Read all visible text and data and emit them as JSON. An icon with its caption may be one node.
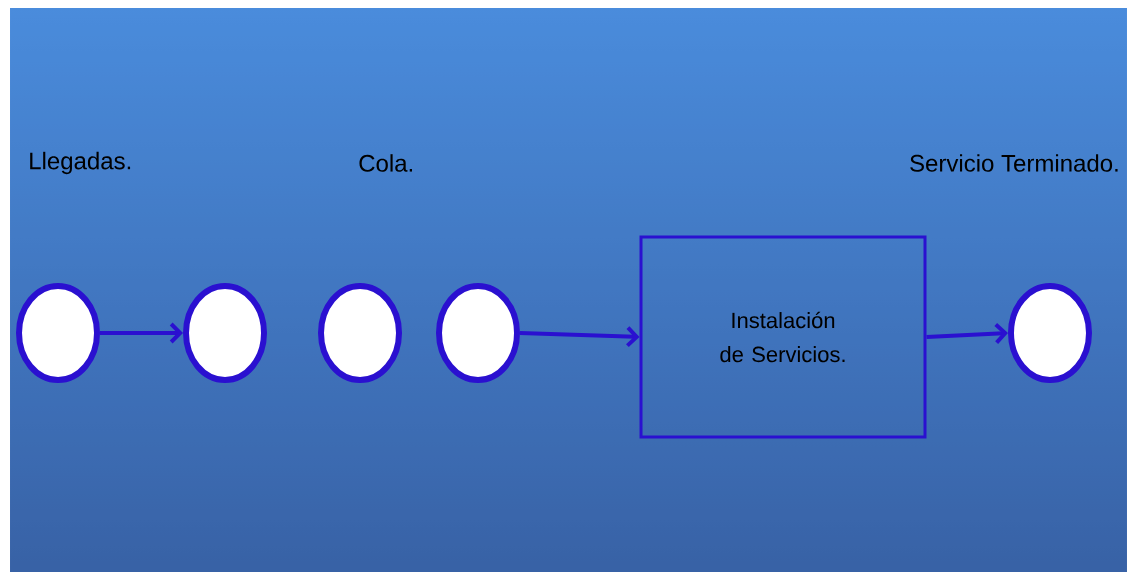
{
  "diagram": {
    "nodes": [
      {
        "text": [],
        "shape": "circle"
      },
      {
        "text": [],
        "shape": "circle"
      },
      {
        "text": [],
        "shape": "circle"
      },
      {
        "text": [],
        "shape": "circle"
      },
      {
        "text": [
          "Instalación de Servicios."
        ]
      },
      {
        "text": [],
        "shape": "circle"
      }
    ],
    "edges": [
      {
        "from": 0,
        "to": 1,
        "arrow": "to"
      },
      {
        "from": 3,
        "to": 4,
        "arrow": "to"
      },
      {
        "from": 4,
        "to": 5,
        "arrow": "to"
      }
    ],
    "labels": [
      "Llegadas.",
      "Cola.",
      "Servicio Terminado."
    ]
  }
}
